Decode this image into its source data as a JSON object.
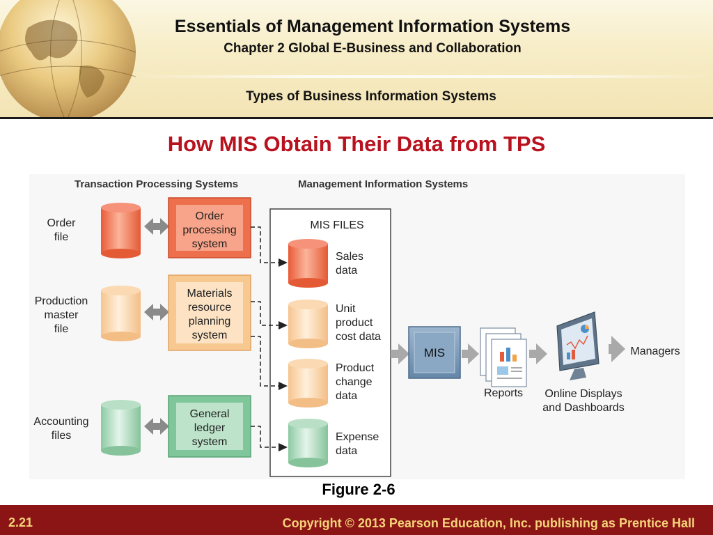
{
  "header": {
    "book_title": "Essentials of Management Information Systems",
    "chapter": "Chapter 2 Global E-Business and Collaboration",
    "section": "Types of Business Information Systems"
  },
  "slide": {
    "title": "How MIS Obtain Their Data from TPS",
    "figure_caption": "Figure 2-6"
  },
  "diagram": {
    "tps_heading": "Transaction Processing Systems",
    "mis_heading": "Management Information Systems",
    "mis_files_label": "MIS FILES",
    "tps_files": [
      {
        "line1": "Order",
        "line2": "file",
        "line3": ""
      },
      {
        "line1": "Production",
        "line2": "master",
        "line3": "file"
      },
      {
        "line1": "Accounting",
        "line2": "files",
        "line3": ""
      }
    ],
    "tps_systems": [
      {
        "line1": "Order",
        "line2": "processing",
        "line3": "system",
        "line4": ""
      },
      {
        "line1": "Materials",
        "line2": "resource",
        "line3": "planning",
        "line4": "system"
      },
      {
        "line1": "General",
        "line2": "ledger",
        "line3": "system",
        "line4": ""
      }
    ],
    "mis_files": [
      {
        "line1": "Sales",
        "line2": "data",
        "line3": ""
      },
      {
        "line1": "Unit",
        "line2": "product",
        "line3": "cost data"
      },
      {
        "line1": "Product",
        "line2": "change",
        "line3": "data"
      },
      {
        "line1": "Expense",
        "line2": "data",
        "line3": ""
      }
    ],
    "mis_box_label": "MIS",
    "reports_label": "Reports",
    "displays_line1": "Online Displays",
    "displays_line2": "and Dashboards",
    "managers_label": "Managers",
    "colors": {
      "order": "#f07a5a",
      "materials": "#f9c88e",
      "ledger": "#8fcfa7",
      "mis": "#7a9ab8",
      "arrow": "#a9a9a9"
    }
  },
  "footer": {
    "slide_number": "2.21",
    "copyright": "Copyright © 2013 Pearson Education, Inc. publishing as Prentice Hall"
  }
}
